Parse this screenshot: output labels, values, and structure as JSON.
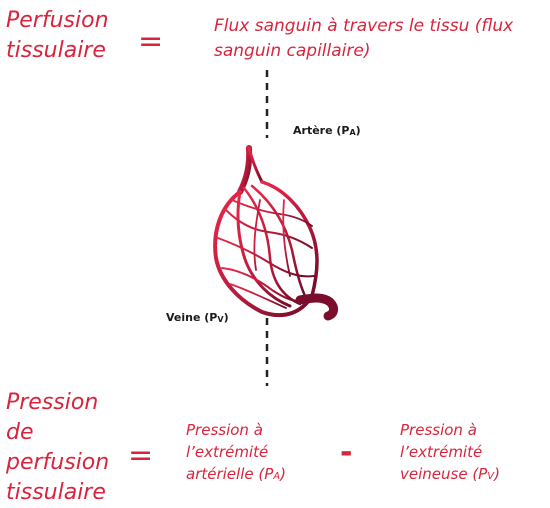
{
  "colors": {
    "accent_red": "#d8243c",
    "vessel_dark": "#8c1030",
    "label_text": "#1a1a1a"
  },
  "top_equation": {
    "left_term": "Perfusion tissulaire",
    "equals": "=",
    "right_term": "Flux sanguin à travers le tissu (flux sanguin capillaire)"
  },
  "labels": {
    "artery_prefix": "Artère (P",
    "artery_sub": "A",
    "artery_suffix": ")",
    "vein_prefix": "Veine (P",
    "vein_sub": "V",
    "vein_suffix": ")"
  },
  "bottom_equation": {
    "left_term": "Pression de perfusion tissulaire",
    "equals": "=",
    "arterial_term_text": "Pression à l’extrémité artérielle (P",
    "arterial_sub": "A",
    "arterial_close": ")",
    "minus": "-",
    "venous_term_text": "Pression à l’extrémité veineuse (P",
    "venous_sub": "V",
    "venous_close": ")"
  },
  "icons": {
    "vessel_network": "capillary-bed-icon"
  }
}
